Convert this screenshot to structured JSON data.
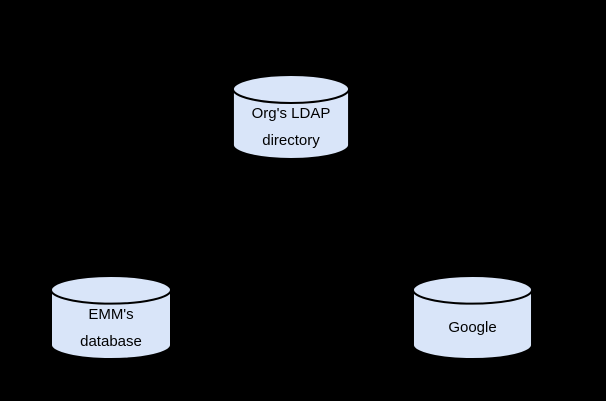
{
  "canvas": {
    "background_color": "#000000"
  },
  "diagram": {
    "type": "database-sync-topology",
    "node_fill_color": "#d9e5f9",
    "node_stroke_color": "#000000",
    "nodes": [
      {
        "id": "orgs-ldap-directory",
        "shape": "cylinder",
        "label": "Org's LDAP directory",
        "lines": [
          "Org's LDAP",
          "directory"
        ]
      },
      {
        "id": "emms-database",
        "shape": "cylinder",
        "label": "EMM's database",
        "lines": [
          "EMM's",
          "database"
        ]
      },
      {
        "id": "google",
        "shape": "cylinder",
        "label": "Google",
        "lines": [
          "Google",
          ""
        ]
      }
    ]
  }
}
